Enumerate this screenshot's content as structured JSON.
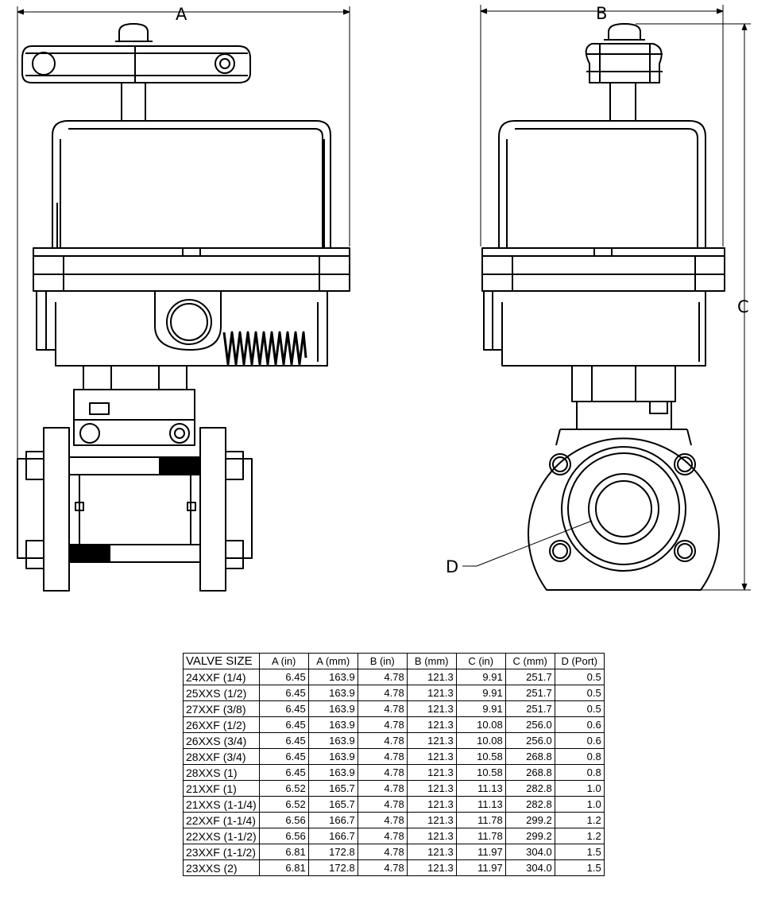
{
  "dimension_labels": {
    "a": "A",
    "b": "B",
    "c": "C",
    "d": "D"
  },
  "table": {
    "headers": [
      "VALVE SIZE",
      "A (in)",
      "A (mm)",
      "B (in)",
      "B (mm)",
      "C (in)",
      "C (mm)",
      "D (Port)"
    ],
    "rows": [
      [
        "24XXF (1/4)",
        "6.45",
        "163.9",
        "4.78",
        "121.3",
        "9.91",
        "251.7",
        "0.5"
      ],
      [
        "25XXS (1/2)",
        "6.45",
        "163.9",
        "4.78",
        "121.3",
        "9.91",
        "251.7",
        "0.5"
      ],
      [
        "27XXF (3/8)",
        "6.45",
        "163.9",
        "4.78",
        "121.3",
        "9.91",
        "251.7",
        "0.5"
      ],
      [
        "26XXF (1/2)",
        "6.45",
        "163.9",
        "4.78",
        "121.3",
        "10.08",
        "256.0",
        "0.6"
      ],
      [
        "26XXS (3/4)",
        "6.45",
        "163.9",
        "4.78",
        "121.3",
        "10.08",
        "256.0",
        "0.6"
      ],
      [
        "28XXF (3/4)",
        "6.45",
        "163.9",
        "4.78",
        "121.3",
        "10.58",
        "268.8",
        "0.8"
      ],
      [
        "28XXS (1)",
        "6.45",
        "163.9",
        "4.78",
        "121.3",
        "10.58",
        "268.8",
        "0.8"
      ],
      [
        "21XXF (1)",
        "6.52",
        "165.7",
        "4.78",
        "121.3",
        "11.13",
        "282.8",
        "1.0"
      ],
      [
        "21XXS (1-1/4)",
        "6.52",
        "165.7",
        "4.78",
        "121.3",
        "11.13",
        "282.8",
        "1.0"
      ],
      [
        "22XXF (1-1/4)",
        "6.56",
        "166.7",
        "4.78",
        "121.3",
        "11.78",
        "299.2",
        "1.2"
      ],
      [
        "22XXS (1-1/2)",
        "6.56",
        "166.7",
        "4.78",
        "121.3",
        "11.78",
        "299.2",
        "1.2"
      ],
      [
        "23XXF (1-1/2)",
        "6.81",
        "172.8",
        "4.78",
        "121.3",
        "11.97",
        "304.0",
        "1.5"
      ],
      [
        "23XXS (2)",
        "6.81",
        "172.8",
        "4.78",
        "121.3",
        "11.97",
        "304.0",
        "1.5"
      ]
    ]
  }
}
